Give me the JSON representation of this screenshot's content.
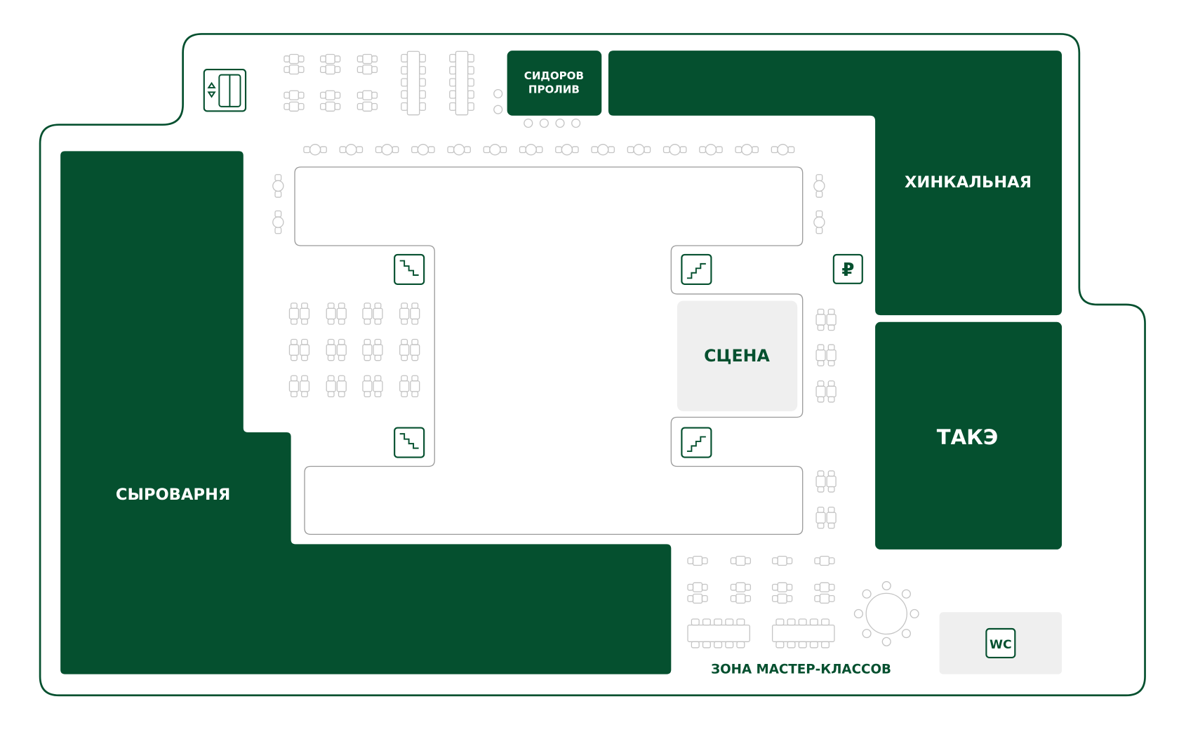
{
  "map": {
    "colors": {
      "venue": "#05502f",
      "outline": "#05502f",
      "service_area": "#efefef",
      "furniture": "#c4c4c4"
    },
    "venues": {
      "sidorov_line1": "СИДОРОВ",
      "sidorov_line2": "ПРОЛИВ",
      "khinkalnaya": "ХИНКАЛЬНАЯ",
      "take": "ТАКЭ",
      "syrovarnya": "СЫРОВАРНЯ"
    },
    "zones": {
      "stage": "СЦЕНА",
      "masterclass": "ЗОНА МАСТЕР-КЛАССОВ",
      "wc": "WC",
      "cashier": "₽"
    },
    "icons": [
      "elevator-icon",
      "stairs-down-icon",
      "stairs-up-icon",
      "ruble-icon",
      "wc-icon"
    ]
  }
}
